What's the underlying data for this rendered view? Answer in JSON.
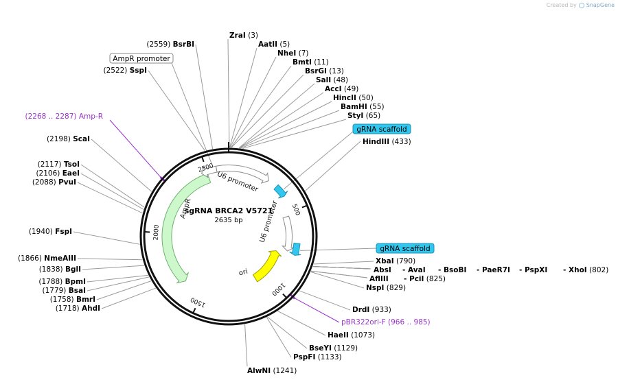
{
  "header": {
    "credit_prefix": "Created by",
    "brand": "SnapGene",
    "brand_icon": "snapgene-logo-icon"
  },
  "plasmid": {
    "name": "sgRNA BRCA2 V5721",
    "size_label": "2635 bp",
    "length": 2635
  },
  "ruler": {
    "ticks": [
      500,
      1000,
      1500,
      2000,
      2500
    ]
  },
  "features": [
    {
      "name": "U6 promoter",
      "type": "promoter",
      "start": 2560,
      "end": 260,
      "direction": 1,
      "color": "#ffffff",
      "stroke": "#8a8a8a"
    },
    {
      "name": "U6 promoter",
      "type": "promoter",
      "start": 520,
      "end": 760,
      "direction": 1,
      "color": "#ffffff",
      "stroke": "#8a8a8a"
    },
    {
      "name": "gRNA scaffold",
      "type": "misc_RNA",
      "start": 320,
      "end": 395,
      "direction": 1,
      "color": "#31c6ee",
      "stroke": "#1c93b7"
    },
    {
      "name": "gRNA scaffold",
      "type": "misc_RNA",
      "start": 700,
      "end": 775,
      "direction": 1,
      "color": "#31c6ee",
      "stroke": "#1c93b7"
    },
    {
      "name": "ori",
      "type": "rep_origin",
      "start": 1080,
      "end": 780,
      "direction": -1,
      "color": "#ffff00",
      "stroke": "#a0a000"
    },
    {
      "name": "AmpR",
      "type": "CDS",
      "start": 2500,
      "end": 1640,
      "direction": -1,
      "color": "#ccf8cc",
      "stroke": "#70b070"
    },
    {
      "name": "AmpR promoter",
      "type": "promoter",
      "start": 2560,
      "end": 2465,
      "direction": -1,
      "color": "#ffffff",
      "stroke": "#8a8a8a"
    }
  ],
  "enzymes_right": [
    {
      "name": "ZraI",
      "pos": "(3)",
      "site": 3
    },
    {
      "name": "AatII",
      "pos": "(5)",
      "site": 5
    },
    {
      "name": "NheI",
      "pos": "(7)",
      "site": 7
    },
    {
      "name": "BmtI",
      "pos": "(11)",
      "site": 11
    },
    {
      "name": "BsrGI",
      "pos": "(13)",
      "site": 13
    },
    {
      "name": "SalI",
      "pos": "(48)",
      "site": 48
    },
    {
      "name": "AccI",
      "pos": "(49)",
      "site": 49
    },
    {
      "name": "HincII",
      "pos": "(50)",
      "site": 50
    },
    {
      "name": "BamHI",
      "pos": "(55)",
      "site": 55
    },
    {
      "name": "StyI",
      "pos": "(65)",
      "site": 65
    },
    {
      "name": "HindIII",
      "pos": "(433)",
      "site": 433
    }
  ],
  "enzymes_lower_right": [
    {
      "name": "XbaI",
      "pos": "(790)",
      "site": 790
    },
    {
      "name": "AbsI",
      "pos": "",
      "site": 802
    },
    {
      "name": "AvaI",
      "pos": "",
      "site": 802
    },
    {
      "name": "BsoBI",
      "pos": "",
      "site": 802
    },
    {
      "name": "PaeR7I",
      "pos": "",
      "site": 802
    },
    {
      "name": "PspXI",
      "pos": "",
      "site": 802
    },
    {
      "name": "XhoI",
      "pos": "(802)",
      "site": 802
    },
    {
      "name": "AflIII",
      "pos": "",
      "site": 825
    },
    {
      "name": "PciI",
      "pos": "(825)",
      "site": 825
    },
    {
      "name": "NspI",
      "pos": "(829)",
      "site": 829
    },
    {
      "name": "DrdI",
      "pos": "(933)",
      "site": 933
    },
    {
      "name": "HaeII",
      "pos": "(1073)",
      "site": 1073
    },
    {
      "name": "BseYI",
      "pos": "(1129)",
      "site": 1129
    },
    {
      "name": "PspFI",
      "pos": "(1133)",
      "site": 1133
    },
    {
      "name": "AlwNI",
      "pos": "(1241)",
      "site": 1241
    }
  ],
  "enzymes_left": [
    {
      "name": "BsrBI",
      "pos": "(2559)",
      "site": 2559
    },
    {
      "name": "SspI",
      "pos": "(2522)",
      "site": 2522
    },
    {
      "name": "ScaI",
      "pos": "(2198)",
      "site": 2198
    },
    {
      "name": "TsoI",
      "pos": "(2117)",
      "site": 2117
    },
    {
      "name": "EaeI",
      "pos": "(2106)",
      "site": 2106
    },
    {
      "name": "PvuI",
      "pos": "(2088)",
      "site": 2088
    },
    {
      "name": "FspI",
      "pos": "(1940)",
      "site": 1940
    },
    {
      "name": "NmeAIII",
      "pos": "(1866)",
      "site": 1866
    },
    {
      "name": "BglI",
      "pos": "(1838)",
      "site": 1838
    },
    {
      "name": "BpmI",
      "pos": "(1788)",
      "site": 1788
    },
    {
      "name": "BsaI",
      "pos": "(1779)",
      "site": 1779
    },
    {
      "name": "BmrI",
      "pos": "(1758)",
      "site": 1758
    },
    {
      "name": "AhdI",
      "pos": "(1718)",
      "site": 1718
    }
  ],
  "primers": [
    {
      "label": "(2268 .. 2287)  Amp-R",
      "site": 2277,
      "color": "#9933cc"
    },
    {
      "label": "pBR322ori-F   (966 .. 985)",
      "site": 975,
      "color": "#9933cc"
    }
  ],
  "callouts": [
    {
      "label": "AmpR promoter",
      "site": 2540,
      "style": "box"
    },
    {
      "label": "gRNA scaffold",
      "site": 360,
      "style": "cyan"
    },
    {
      "label": "gRNA scaffold",
      "site": 740,
      "style": "cyan"
    }
  ],
  "colors": {
    "backbone": "#111111",
    "enzyme_line": "#9a9a9a",
    "primer": "#9933cc",
    "scaffold_fill": "#31c6ee"
  }
}
